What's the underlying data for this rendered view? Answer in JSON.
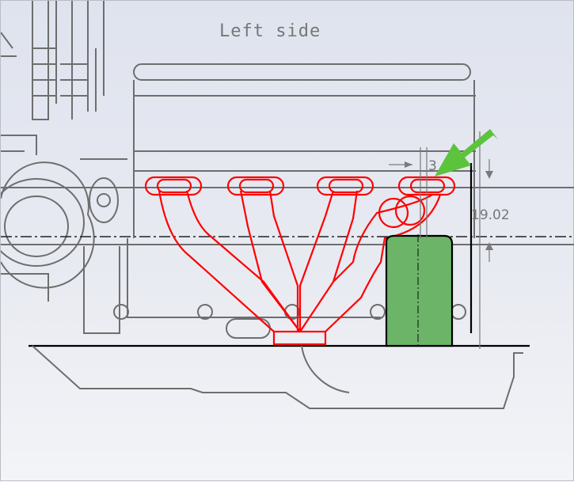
{
  "sketch": {
    "view_label": "Left side",
    "dimensions": {
      "vertical": "19.02",
      "horizontal": "3"
    },
    "colors": {
      "background": "#e3e6ef",
      "geometry": "#6e6e6e",
      "selected": "#ff0000",
      "fixed": "#000000",
      "fill": "#6cb468",
      "arrow": "#5cc43c"
    }
  }
}
